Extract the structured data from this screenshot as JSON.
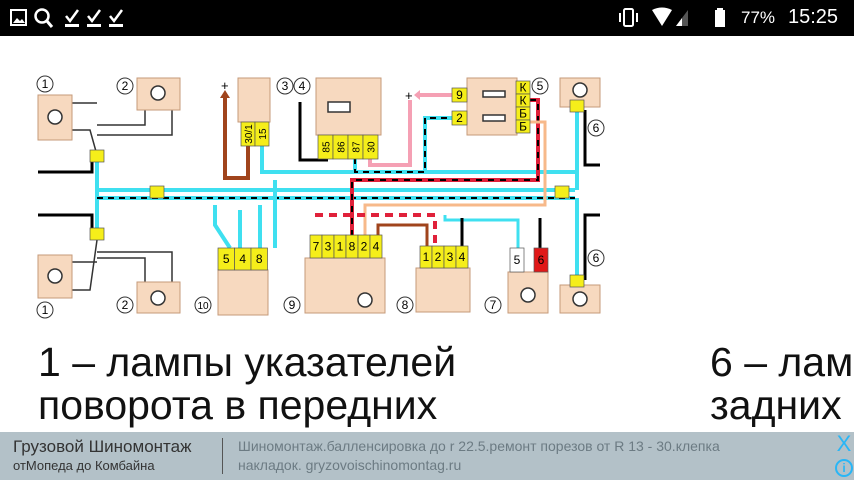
{
  "status_bar": {
    "icons_left": [
      "gallery-icon",
      "search-icon",
      "check-icon",
      "check-icon",
      "check-icon"
    ],
    "icons_right": [
      "vibrate-icon",
      "wifi-icon",
      "signal-icon",
      "battery-icon"
    ],
    "battery": "77%",
    "time": "15:25"
  },
  "diagram": {
    "callouts": {
      "c1a": "1",
      "c1b": "1",
      "c2a": "2",
      "c2b": "2",
      "c3": "3",
      "c4": "4",
      "c5": "5",
      "c6a": "6",
      "c6b": "6",
      "c7": "7",
      "c8": "8",
      "c9": "9",
      "c10": "10"
    },
    "relay3_pins": [
      "30/1",
      "15"
    ],
    "relay4_pins": [
      "85",
      "86",
      "87",
      "30"
    ],
    "fuse5_pins_left": [
      "9",
      "2"
    ],
    "fuse5_pins_right": [
      "К",
      "К",
      "Б",
      "Б"
    ],
    "switch10_pins": [
      "5",
      "4",
      "8"
    ],
    "switch9_pins": [
      "7",
      "3",
      "1",
      "8",
      "2",
      "4"
    ],
    "block8_pins": [
      "1",
      "2",
      "3",
      "4"
    ],
    "lamp7_pins": [
      "5",
      "6"
    ],
    "plus": "+",
    "colors": {
      "cyan": "#3fe0f0",
      "brown": "#a0441c",
      "red": "#e0213a",
      "pink": "#f5a0b4",
      "orange": "#f7b98a",
      "component": "#f7d9bf",
      "pin": "#f5ee1a"
    }
  },
  "text": {
    "left_line1": "1 – лампы указателей",
    "left_line2": "поворота в передних",
    "right_line1": "6 – лам",
    "right_line2": "задних"
  },
  "ad": {
    "title": "Грузовой Шиномонтаж",
    "subtitle": "отМопеда до Комбайна",
    "desc_line1": "Шиномонтаж.балленсировка до r 22.5.ремонт порезов от R 13 - 30.клепка",
    "desc_line2": "накладок. gryzovoischinomontag.ru",
    "close": "X",
    "info": "i"
  }
}
